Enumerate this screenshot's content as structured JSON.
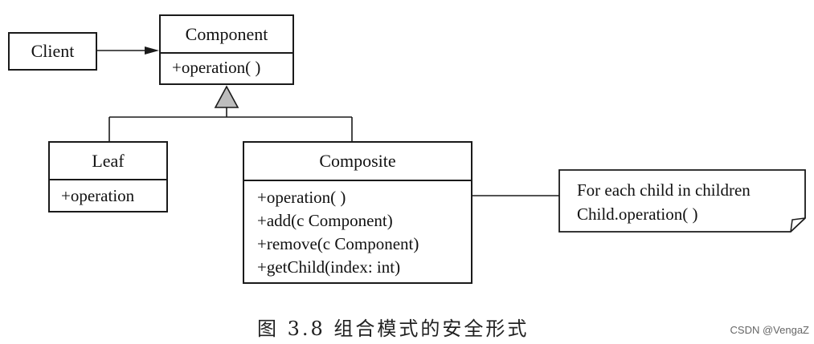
{
  "diagram": {
    "classes": {
      "client": {
        "name": "Client"
      },
      "component": {
        "name": "Component",
        "operations": [
          "+operation( )"
        ]
      },
      "leaf": {
        "name": "Leaf",
        "operations": [
          "+operation"
        ]
      },
      "composite": {
        "name": "Composite",
        "operations": [
          "+operation( )",
          "+add(c Component)",
          "+remove(c Component)",
          "+getChild(index: int)"
        ]
      }
    },
    "note": {
      "lines": [
        "For each child in children",
        "Child.operation( )"
      ]
    },
    "relations": [
      {
        "from": "Client",
        "to": "Component",
        "type": "association"
      },
      {
        "from": "Leaf",
        "to": "Component",
        "type": "generalization"
      },
      {
        "from": "Composite",
        "to": "Component",
        "type": "generalization"
      },
      {
        "from": "Composite",
        "to": "note",
        "type": "note-link"
      }
    ]
  },
  "caption": "图 3.8   组合模式的安全形式",
  "watermark": "CSDN @VengaZ"
}
